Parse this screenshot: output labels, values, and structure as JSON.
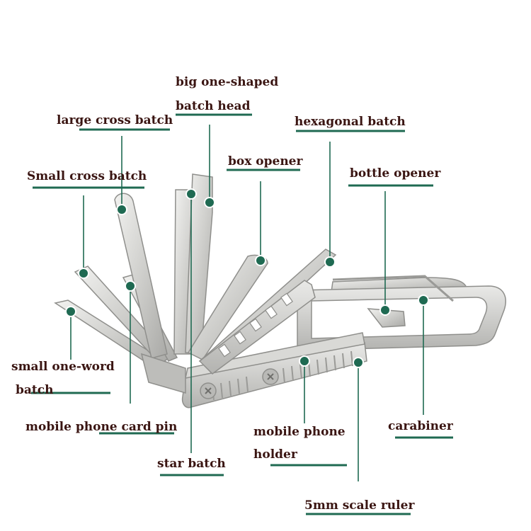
{
  "colors": {
    "label_text": "#3a1512",
    "leader_line": "#1f6a52",
    "dot": "#1f6a52",
    "metal_light": "#e4e4e2",
    "metal_mid": "#c5c5c2",
    "metal_dark": "#8f8f8c"
  },
  "labels": {
    "big_one_shaped_1": "big one-shaped",
    "big_one_shaped_2": "batch head",
    "large_cross": "large cross batch",
    "hexagonal": "hexagonal batch",
    "box_opener": "box opener",
    "small_cross": "Small cross batch",
    "bottle_opener": "bottle opener",
    "small_one_word_1": "small one-word",
    "small_one_word_2": "batch",
    "card_pin": "mobile phone card pin",
    "phone_holder_1": "mobile phone",
    "phone_holder_2": "holder",
    "carabiner": "carabiner",
    "star_batch": "star batch",
    "ruler": "5mm scale ruler"
  }
}
